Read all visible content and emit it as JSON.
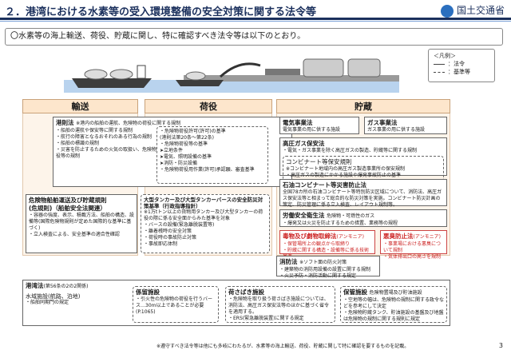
{
  "header": {
    "title": "２．港湾における水素等の受入環境整備の安全対策に関する法令等",
    "org": "国土交通省"
  },
  "intro": "〇水素等の海上輸送、荷役、貯蔵に関し、特に確認すべき法令等は以下のとおり。",
  "legend": {
    "title": "＜凡例＞",
    "law": "：法令",
    "std": "：基準等"
  },
  "columns": {
    "transport": "輸送",
    "cargo": "荷役",
    "storage": "貯蔵"
  },
  "boxes": {
    "port_reg": {
      "title": "港則法",
      "sub": "※港内の船舶の運航、危険物の荷役に関する規制",
      "lines": [
        "・船舶の運航や保安等に関する規制",
        "・航行の障害となるおそれのある行為の規制",
        "・船舶の標識の規制",
        "・災害を防止するための火気の取扱い、危険物の荷役等の規制"
      ]
    },
    "cargo_port": {
      "lines": [
        "・危険物荷役許可(許可)の基準",
        "(港則法第20条〜第22条)",
        "・危険物荷役等の基準",
        "➤立地条件",
        "➤電気、照明設備の基準",
        "➤消防・防災設備",
        "・危険物荷役用作業(許可)承認願、審査基準"
      ]
    },
    "ship_danger": {
      "title": "危険物船舶運送及び貯蔵規則",
      "title2": "(危規則)（船舶安全法関連）",
      "lines": [
        "・容器の強度、表示、積載方法、船舶の構造、設備等(国際危険物規則が定めた国際的な基準に基づく)",
        "・立入検査による、安全基準の適合性確認"
      ]
    },
    "tanker": {
      "title": "大型タンカー及び大型タンカーバースの安全防災対策基準（行政指導指針）",
      "lines": [
        "※1万tトン以上の貨物用タンカー及び大型タンカーの荷役の際に係る安全面からみた基準を対象",
        "・バースの設備(緊急離脱装置等)",
        "・離着桟時の安全対策",
        "・荷役時の事故防止対策",
        "・事故即応体制"
      ]
    },
    "elec": {
      "title": "電気事業法",
      "line": "電気事業の用に供する施設"
    },
    "gas": {
      "title": "ガス事業法",
      "line": "ガス事業の用に供する施設"
    },
    "hp_gas": {
      "title": "高圧ガス保安法",
      "line": "・電気・ガス事業を除く高圧ガスの製造、貯蔵等に関する規制",
      "inner_title": "コンビナート等保安規則",
      "inner_sub": "※コンビナート地域内の高圧ガス製造事業所の保安規制",
      "inner_line": "・高圧ガスの製造にかかる施設や爆発事故防止の基準"
    },
    "petro": {
      "title": "石油コンビナート等災害防止法",
      "lines": [
        "全国78カ所の石油コンビナート等特別防災区域について、消防法、高圧ガス保安法等と相まって総合的な防災対策を実施。コンビナート防災計画の策定、防災管理に係る立入検査、レイアウト規制等。"
      ]
    },
    "labor": {
      "title": "労働安全衛生法",
      "sub": "危険物・可燃性のガス",
      "line": "・爆発又は火災を防止するための措置、業務等の規程"
    },
    "poison": {
      "title": "毒物及び劇物取締法",
      "sub": "(アンモニア)",
      "lines": [
        "・保管場所上の観点から取締り",
        "・貯蔵に関する構造・設備等に係る技術基準"
      ]
    },
    "odor": {
      "title": "悪臭防止法",
      "sub": "(アンモニア)",
      "lines": [
        "・事業場における悪臭について規制",
        "・気体排出口の高さを規制"
      ]
    },
    "fire": {
      "title": "消防法",
      "sub": "※ソフト面の防火対策",
      "lines": [
        "・建築物の消防用設備の設置に関する規制",
        "・火災予防・消防活動に関する規定"
      ]
    },
    "harbor": {
      "title": "港湾法",
      "sub": "(第56条の2の2関係)",
      "t2": "水域施設(航路、泊地)",
      "l2": "・船舶同期門の規定"
    },
    "mooring": {
      "title": "係留施設",
      "lines": [
        "・引火性の危険物の荷役を行うバース…30m以上であることが必要",
        "(P.1065)"
      ]
    },
    "unload": {
      "title": "荷さばき施設",
      "lines": [
        "・危険物を取り扱う荷さばき施設については、消防法、高圧ガス保安法等のほかに基づく省令を適用する。",
        "・ERS(緊急離脱装置)に関する規定"
      ]
    },
    "storage_fac": {
      "title": "保管施設",
      "sub": "危険物置場及び貯油施設",
      "lines": [
        "・空地等の幅は、危険物の規制に関する政令などを参考にして決定",
        "・危険物貯蔵タンク、貯油施設の基盤及び地盤は危険物の規制に関する規則に規定"
      ]
    }
  },
  "footnote": "※遵守すべき法令等は他にも多岐にわたるが、水素等の海上輸送、荷役、貯蔵に関して特に確認を要するものを記載。",
  "page": "3"
}
